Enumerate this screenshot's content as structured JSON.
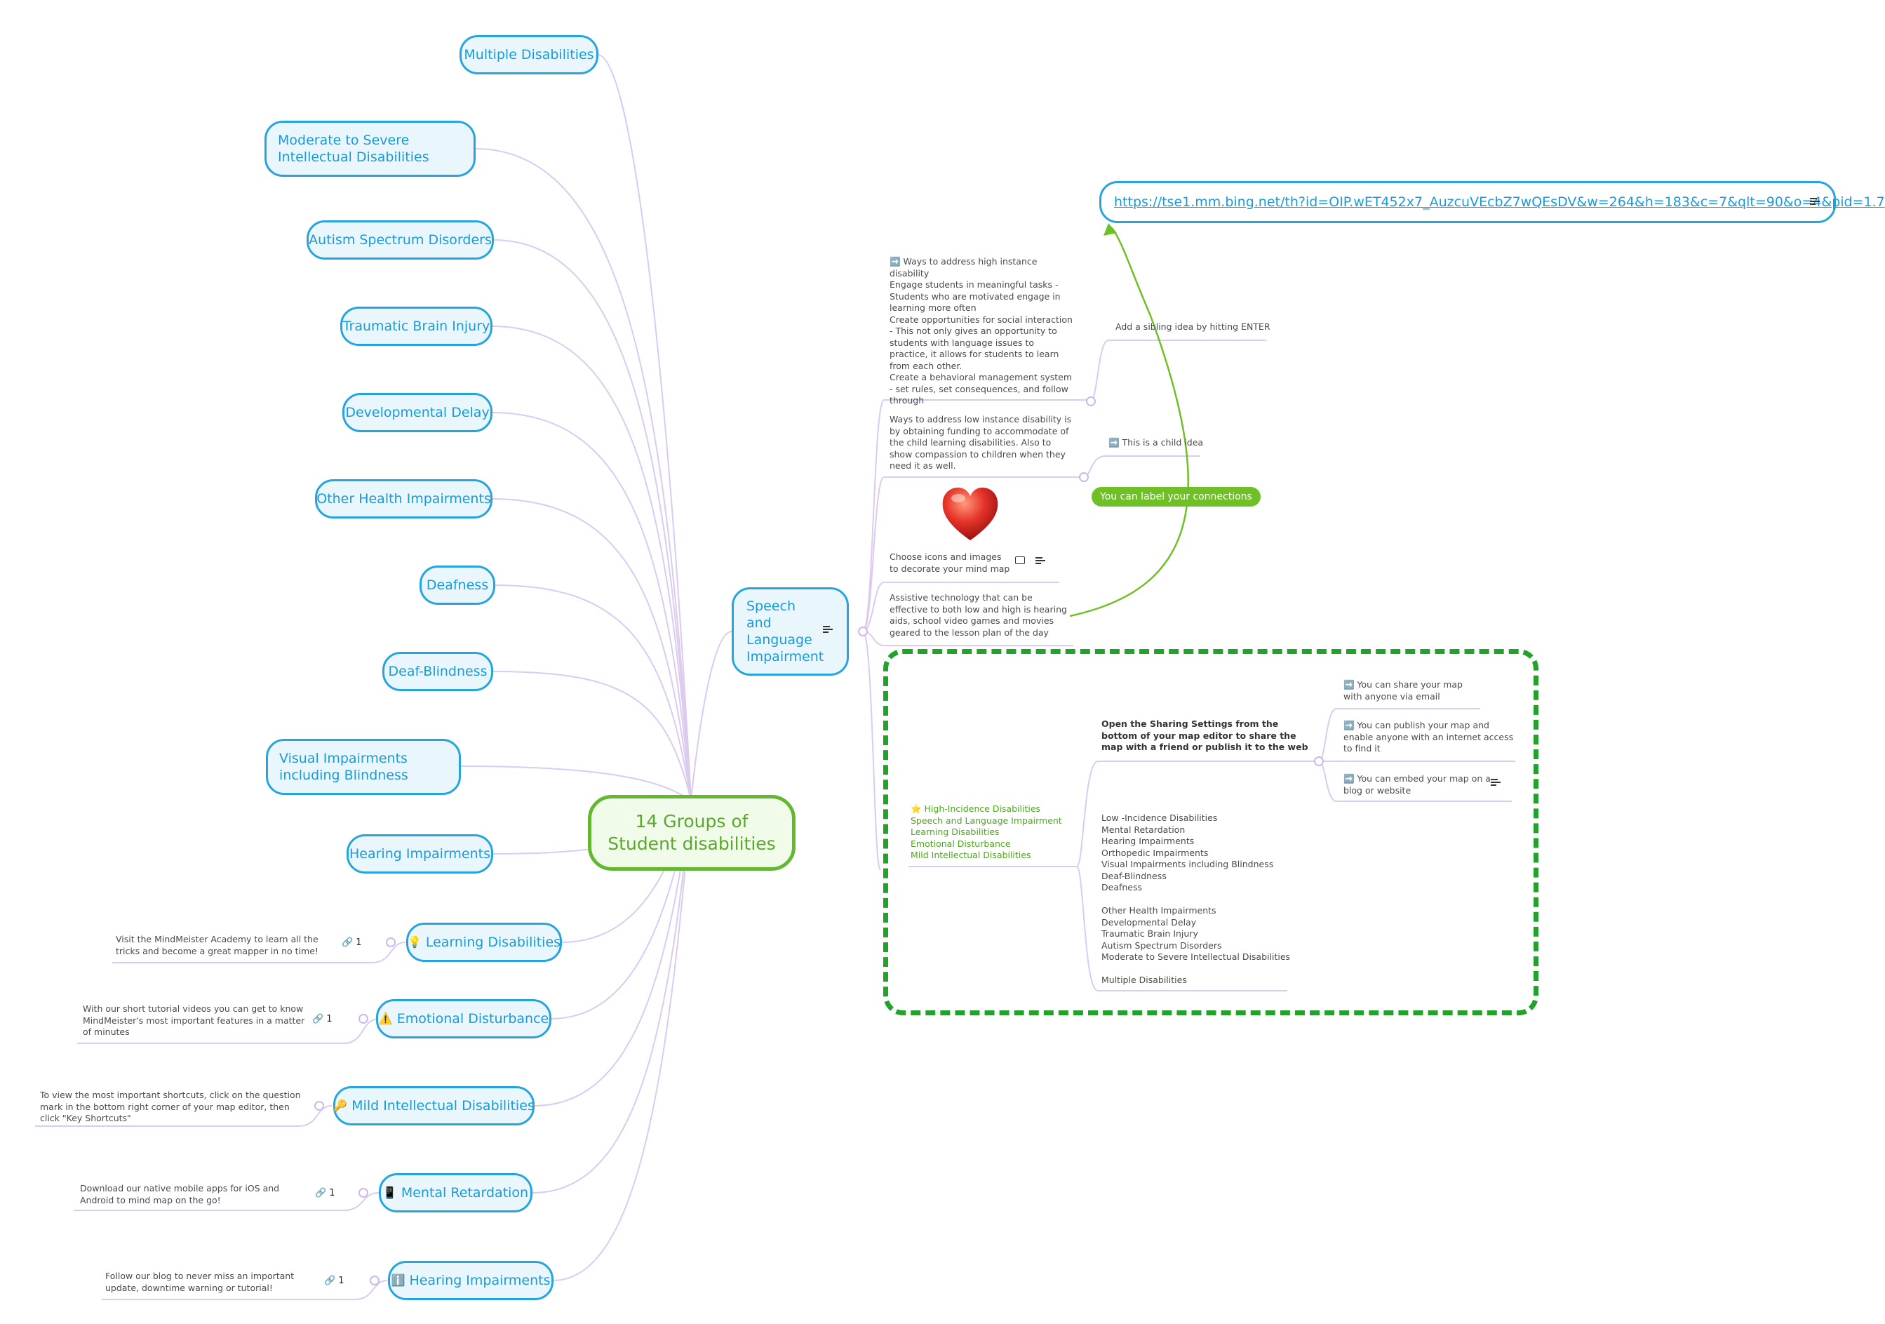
{
  "root": {
    "title": "14 Groups of Student disabilities"
  },
  "left_branches": [
    {
      "label": "Multiple Disabilities"
    },
    {
      "label": "Moderate to Severe Intellectual Disabilities"
    },
    {
      "label": "Autism Spectrum Disorders"
    },
    {
      "label": "Traumatic Brain Injury"
    },
    {
      "label": "Developmental Delay"
    },
    {
      "label": "Other Health Impairments"
    },
    {
      "label": "Deafness"
    },
    {
      "label": "Deaf-Blindness"
    },
    {
      "label": "Visual Impairments including Blindness"
    },
    {
      "label": "Hearing Impairments"
    },
    {
      "label": "Learning Disabilities",
      "icon": "💡",
      "note": "Visit the MindMeister Academy to learn all the tricks and become a great mapper in no time!",
      "link_count": "1"
    },
    {
      "label": "Emotional Disturbance",
      "icon": "⚠️",
      "note": "With our short tutorial videos you can get to know MindMeister's most important features in a matter of minutes",
      "link_count": "1"
    },
    {
      "label": "Mild Intellectual Disabilities",
      "icon": "🔑",
      "note": "To view the most important shortcuts, click on the question mark in the bottom right corner of your map editor, then click \"Key Shortcuts\"",
      "link_count": "1"
    },
    {
      "label": "Mental Retardation",
      "icon": "📱",
      "note": "Download our native mobile apps for iOS and Android to mind map on the go!",
      "link_count": "1"
    },
    {
      "label": "Hearing Impairments",
      "icon": "ℹ️",
      "note": "Follow our blog to never miss an important update, downtime warning or tutorial!",
      "link_count": "1"
    }
  ],
  "speech": {
    "label": "Speech and Language Impairment",
    "children": [
      {
        "text": "➡️ Ways to address high instance disability\nEngage students in meaningful tasks - Students who are motivated engage in learning more often\nCreate opportunities for social interaction - This not only gives an opportunity to students with language issues to practice, it allows for students to learn from each other.\nCreate a behavioral management system - set rules, set consequences, and follow through"
      },
      {
        "text": "Ways to address low instance disability is by obtaining funding to accommodate of the child learning disabilities. Also to show compassion to children when they need it as well."
      },
      {
        "text": "Choose icons and images to decorate your mind map"
      },
      {
        "text": "Assistive technology that can be effective to both low and high is hearing aids, school video games and movies geared to the lesson plan of the day"
      }
    ],
    "sibling_hint": "Add a sibling idea by hitting ENTER",
    "child_hint": "➡️ This is a child idea",
    "connection_label": "You can label your connections",
    "url": "https://tse1.mm.bing.net/th?id=OIP.wET452x7_AuzcuVEcbZ7wQEsDV&w=264&h=183&c=7&qlt=90&o=4&pid=1.7"
  },
  "boundary": {
    "incidence_lines": [
      "⭐ High-Incidence Disabilities",
      "Speech and Language Impairment",
      "Learning Disabilities",
      "Emotional Disturbance",
      "Mild Intellectual Disabilities"
    ],
    "sharing": "Open the Sharing Settings from the bottom of your map editor to share the map with a friend or publish it to the web",
    "share_items": [
      {
        "text": "➡️ You can share your map with anyone via email"
      },
      {
        "text": "➡️ You can publish your map and enable anyone with an internet access to find it"
      },
      {
        "text": "➡️ You can embed your map on a blog or website"
      }
    ],
    "low_incidence": "Low -Incidence Disabilities\nMental Retardation\nHearing Impairments\nOrthopedic Impairments\nVisual Impairments including Blindness\nDeaf-Blindness\nDeafness\n\nOther Health Impairments\nDevelopmental Delay\nTraumatic Brain Injury\nAutism Spectrum Disorders\nModerate to Severe Intellectual Disabilities\n\nMultiple Disabilities"
  },
  "colors": {
    "branch": "#26a4dd",
    "root": "#63b82f",
    "connector": "#d9c9ee",
    "boundary": "#22a22a",
    "connection": "#6ec026"
  }
}
